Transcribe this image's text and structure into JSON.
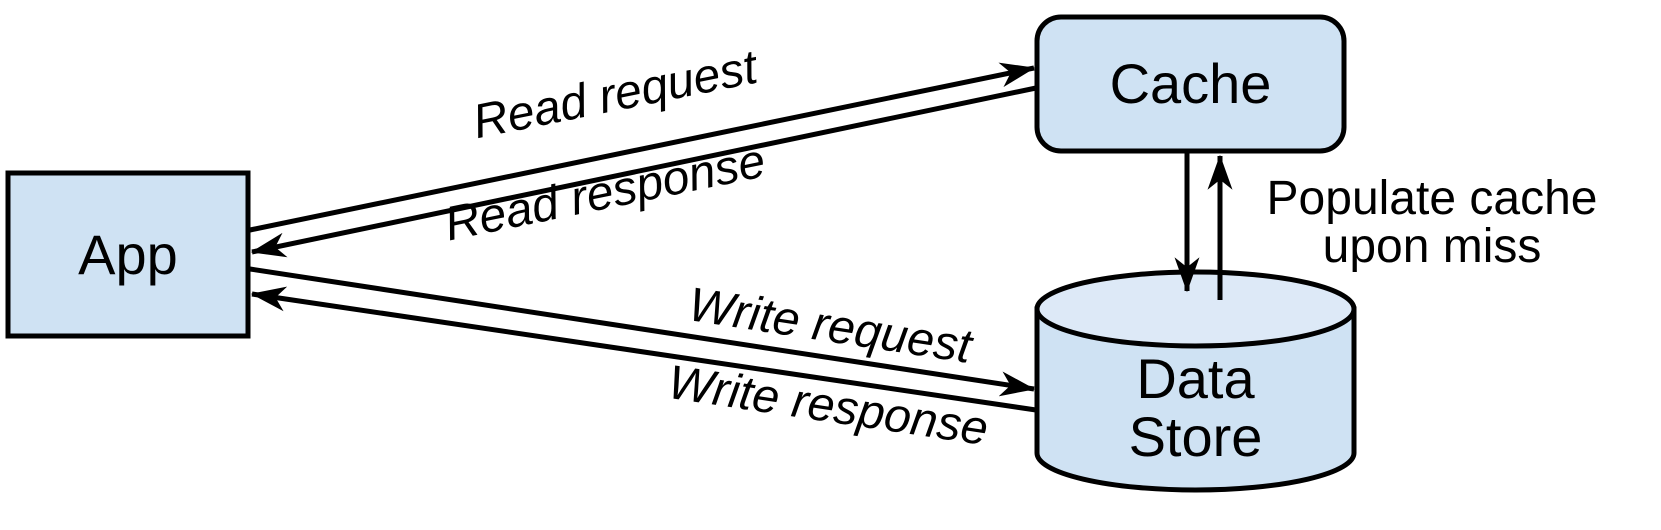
{
  "diagram": {
    "nodes": {
      "app": {
        "label": "App",
        "shape": "rectangle"
      },
      "cache": {
        "label": "Cache",
        "shape": "rounded-rectangle"
      },
      "data_store": {
        "label_line1": "Data",
        "label_line2": "Store",
        "shape": "cylinder"
      }
    },
    "edges": {
      "read_request": {
        "label": "Read request",
        "from": "App",
        "to": "Cache"
      },
      "read_response": {
        "label": "Read response",
        "from": "Cache",
        "to": "App"
      },
      "write_request": {
        "label": "Write request",
        "from": "App",
        "to": "Data Store"
      },
      "write_response": {
        "label": "Write response",
        "from": "Data Store",
        "to": "App"
      },
      "populate_cache": {
        "label_line1": "Populate cache",
        "label_line2": "upon miss",
        "from": "Cache",
        "to": "Data Store",
        "bidirectional": true
      }
    },
    "colors": {
      "node_fill": "#cfe2f3",
      "cylinder_top_fill": "#dde9f7",
      "stroke": "#000000",
      "text": "#000000",
      "background": "#ffffff"
    }
  }
}
